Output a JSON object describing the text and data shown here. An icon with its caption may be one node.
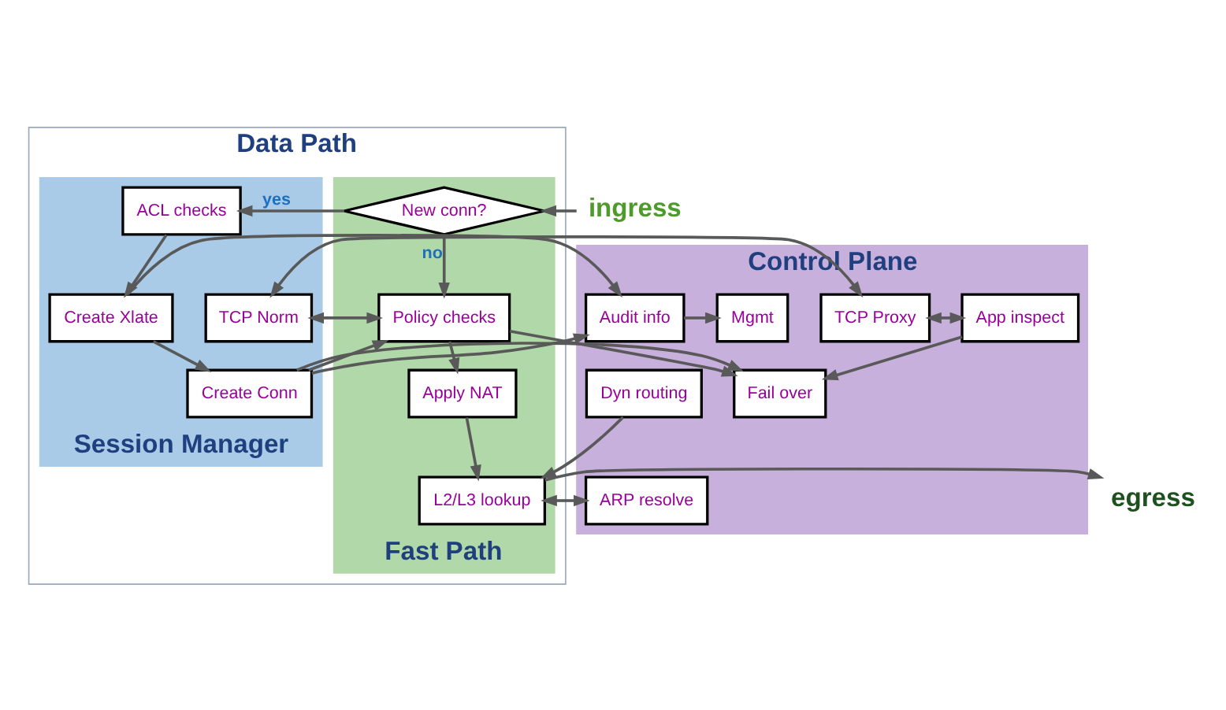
{
  "diagram": {
    "nodes": [
      {
        "text": [
          "Data Path"
        ]
      },
      {
        "text": [
          "Fast Path"
        ],
        "in": 0
      },
      {
        "text": [
          "Session Manager"
        ],
        "in": 0
      },
      {
        "text": [
          "Control Plane"
        ]
      },
      {
        "text": [
          "ingress"
        ]
      },
      {
        "text": [
          "New conn?"
        ],
        "in": 1
      },
      {
        "text": [
          "Policy checks"
        ],
        "in": 1
      },
      {
        "text": [
          "Apply NAT"
        ],
        "in": 1
      },
      {
        "text": [
          "L2/L3 lookup"
        ],
        "in": 1
      },
      {
        "text": [
          "egress"
        ]
      },
      {
        "text": [
          "ACL checks"
        ],
        "in": 2
      },
      {
        "text": [
          "Create Xlate"
        ],
        "in": 2
      },
      {
        "text": [
          "Create Conn"
        ],
        "in": 2
      },
      {
        "text": [
          "TCP Norm"
        ],
        "in": 2
      },
      {
        "text": [
          "Audit info"
        ],
        "in": 3
      },
      {
        "text": [
          "Mgmt"
        ],
        "in": 3
      },
      {
        "text": [
          "Fail over"
        ],
        "in": 3
      },
      {
        "text": [
          "TCP Proxy"
        ],
        "in": 3
      },
      {
        "text": [
          "App inspect"
        ],
        "in": 3
      },
      {
        "text": [
          "Dyn routing"
        ],
        "in": 3
      },
      {
        "text": [
          "ARP resolve"
        ],
        "in": 3
      }
    ],
    "edges": [
      {
        "from": 4,
        "to": 5,
        "arrow": "to"
      },
      {
        "from": 5,
        "to": 10,
        "arrow": "to",
        "label": "yes"
      },
      {
        "from": 5,
        "to": 6,
        "arrow": "to",
        "label": "no"
      },
      {
        "from": 10,
        "to": 11,
        "arrow": "to"
      },
      {
        "from": 11,
        "to": 12,
        "arrow": "to"
      },
      {
        "from": 11,
        "to": 14,
        "arrow": "to"
      },
      {
        "from": 12,
        "to": 14,
        "arrow": "to"
      },
      {
        "from": 12,
        "to": 16,
        "arrow": "to"
      },
      {
        "from": 12,
        "to": 6,
        "arrow": "to"
      },
      {
        "from": 6,
        "to": 16,
        "arrow": "to"
      },
      {
        "from": 6,
        "to": 13,
        "arrow": "both"
      },
      {
        "from": 13,
        "to": 17,
        "arrow": "both"
      },
      {
        "from": 17,
        "to": 18,
        "arrow": "both"
      },
      {
        "from": 18,
        "to": 16,
        "arrow": "to"
      },
      {
        "from": 14,
        "to": 15,
        "arrow": "to"
      },
      {
        "from": 6,
        "to": 7,
        "arrow": "to"
      },
      {
        "from": 7,
        "to": 8,
        "arrow": "to"
      },
      {
        "from": 8,
        "to": 9,
        "arrow": "to"
      },
      {
        "from": 19,
        "to": 8,
        "arrow": "to"
      },
      {
        "from": 8,
        "to": 20,
        "arrow": "both"
      }
    ]
  }
}
